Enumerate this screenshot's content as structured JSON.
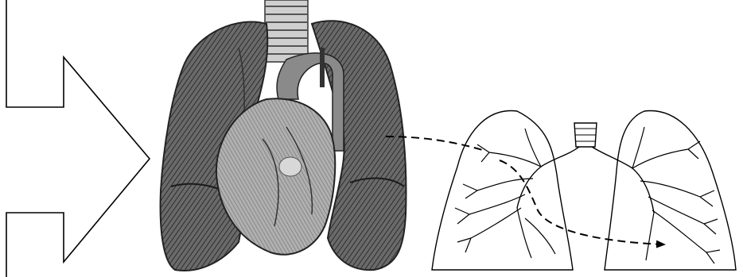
{
  "figure": {
    "panels": [
      {
        "kind": "engraved-illustration",
        "subject": "lungs-and-heart"
      },
      {
        "kind": "line-drawing",
        "subject": "lungs-bronchial-tree"
      }
    ],
    "connectors": [
      {
        "style": "dashed",
        "arrowhead": "none"
      },
      {
        "style": "dashed",
        "arrowhead": "triangle"
      }
    ],
    "colors": {
      "background": "#ffffff",
      "stroke": "#000000",
      "lung_tissue": "#5a5a5a",
      "heart_tissue": "#9a9a9a"
    }
  }
}
